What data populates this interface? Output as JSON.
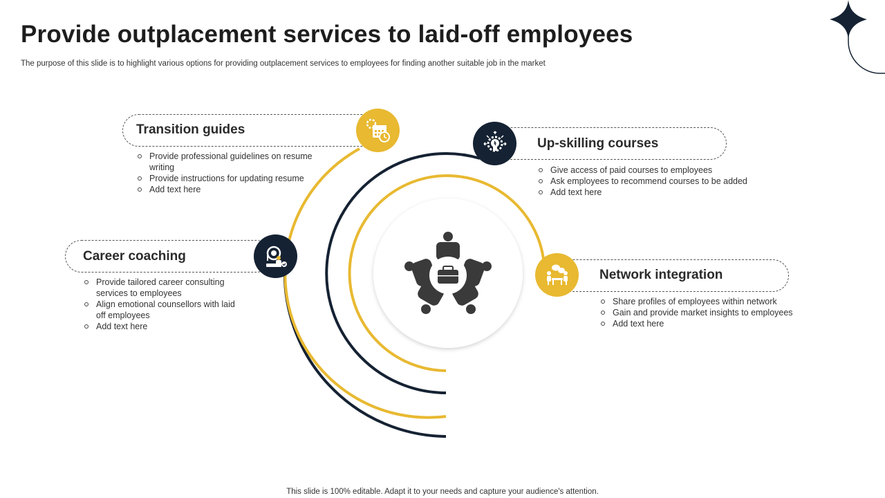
{
  "title": "Provide outplacement services to laid-off employees",
  "subtitle": "The purpose of this slide is to highlight various options for providing outplacement services to employees for finding another suitable job in the market",
  "footer": "This slide is 100% editable. Adapt it to your needs and capture your audience's attention.",
  "colors": {
    "accent": "#e8b931",
    "navy": "#152233",
    "center_icon": "#3a3a3a"
  },
  "center_icon": "team-meeting-briefcase-icon",
  "cards": [
    {
      "title": "Transition guides",
      "icon": "calendar-gear-clock-icon",
      "badge": "yellow",
      "points": [
        "Provide professional guidelines on resume writing",
        "Provide instructions for updating resume",
        "Add text here"
      ]
    },
    {
      "title": "Up-skilling courses",
      "icon": "lightbulb-gear-icon",
      "badge": "navy",
      "points": [
        "Give access of paid courses to employees",
        "Ask employees to recommend courses to be added",
        "Add text here"
      ]
    },
    {
      "title": "Career coaching",
      "icon": "coaching-presenter-icon",
      "badge": "navy",
      "points": [
        "Provide tailored career consulting services to employees",
        "Align emotional counsellors with laid off employees",
        "Add text here"
      ]
    },
    {
      "title": "Network integration",
      "icon": "networking-meeting-icon",
      "badge": "yellow",
      "points": [
        "Share profiles of employees within network",
        "Gain and provide market insights to employees",
        "Add text here"
      ]
    }
  ]
}
